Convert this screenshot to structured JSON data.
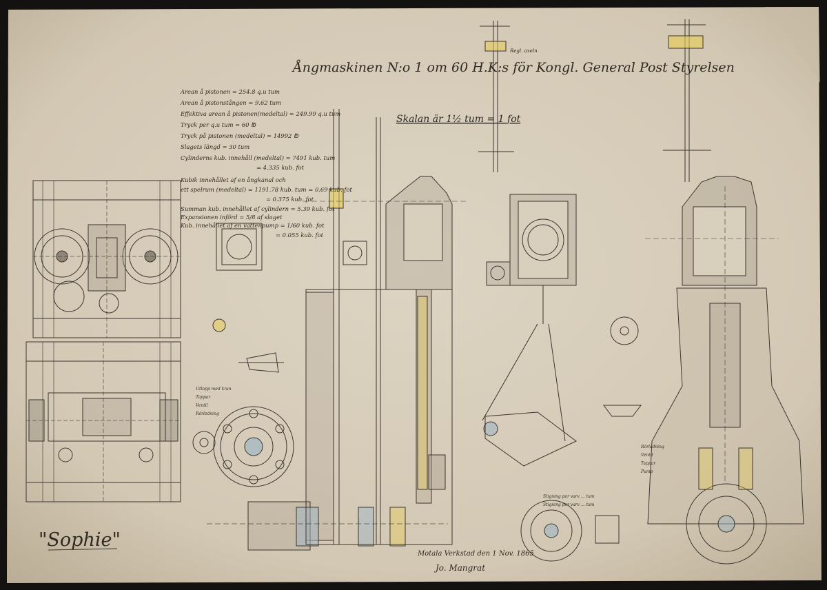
{
  "title": "Ångmaskinen N:o 1 om 60 H.K:s för Kongl. General Post Styrelsen",
  "scale": "Skalan är 1½ tum = 1 fot",
  "specs": [
    "Arean å pistonen = 254.8 q.u tum",
    "Arean å pistonstången = 9.62 tum",
    "Effektiva arean å pistonen(medeltal) = 249.99 q.u tum",
    "Tryck per q.u tum = 60 ℔",
    "Tryck på pistonen (medeltal) = 14992 ℔",
    "Slagets längd = 30 tum",
    "Cylinderns kub. innehåll (medeltal) = 7491 kub. tum",
    "= 4.335 kub. fot",
    "Kubik innehållet af en ångkanal och",
    "ett spelrum (medeltal) = 1191.78 kub. tum = 0.69 kub. fot",
    "= 0.375 kub. fot",
    "Summan kub. innehållet af cylindern = 5.39 kub. fot",
    "Expansionen införd = 5/8 af slaget",
    "Kub. innehållet af en vattenpump = 1/60 kub. fot",
    "= 0.055 kub. fot"
  ],
  "annotations": {
    "left_table": [
      "Utlopp med kran",
      "Tappar",
      "Ventil",
      "Rörledning"
    ],
    "right_table": [
      "Rörledning",
      "Ventil",
      "Tappar",
      "Pump"
    ],
    "linkage_note_1": "Stigning per varv ... tum",
    "linkage_note_2": "Stigning per varv ... tum",
    "top_note": "Regl. axeln"
  },
  "signature_place": "Motala Verkstad den 1 Nov. 1865",
  "signature_name": "Jo. Mangrat",
  "nameplate": "\"Sophie\"",
  "colors": {
    "paper": "#d9cfbd",
    "paper_dark": "#c9bea9",
    "ink": "#3b3530",
    "shade": "#8e8678",
    "yellow": "#e8cd52",
    "blue": "#9fb6c4"
  }
}
